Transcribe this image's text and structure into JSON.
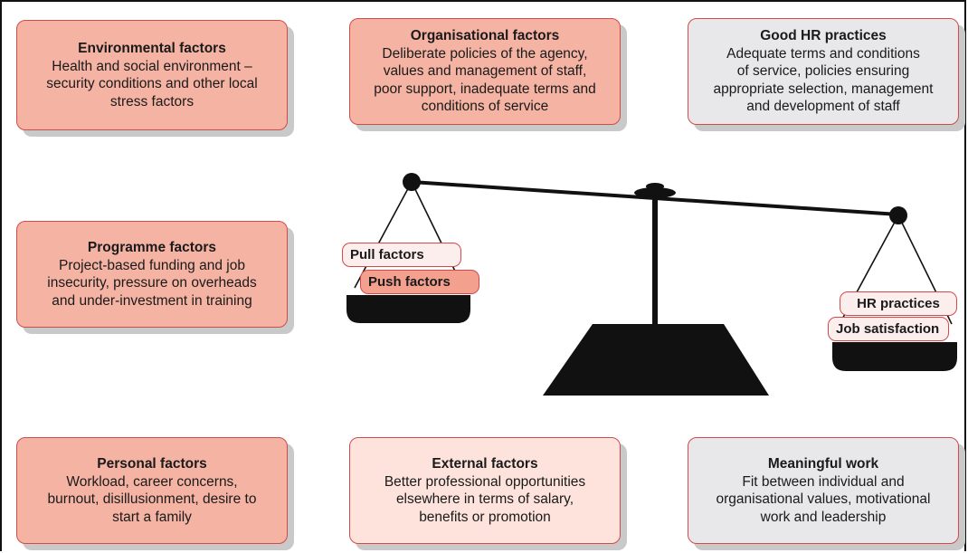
{
  "boxes": {
    "environmental": {
      "title": "Environmental factors",
      "body": "Health and social environment –\nsecurity conditions and other local\nstress factors"
    },
    "organisational": {
      "title": "Organisational factors",
      "body": "Deliberate policies of the agency,\nvalues and management of staff,\npoor support, inadequate terms and\nconditions of service"
    },
    "good_hr": {
      "title": "Good HR practices",
      "body": "Adequate terms and conditions\nof service, policies ensuring\nappropriate selection, management\nand development of staff"
    },
    "programme": {
      "title": "Programme factors",
      "body": "Project-based funding and job\ninsecurity, pressure on overheads\nand under-investment in training"
    },
    "personal": {
      "title": "Personal factors",
      "body": "Workload, career concerns,\nburnout, disillusionment, desire to\nstart a family"
    },
    "external": {
      "title": "External factors",
      "body": "Better professional opportunities\nelsewhere in terms of salary,\nbenefits or promotion"
    },
    "meaningful": {
      "title": "Meaningful work",
      "body": "Fit between individual and\norganisational values, motivational\nwork and leadership"
    }
  },
  "scale": {
    "left_pan": [
      "Pull factors",
      "Push factors"
    ],
    "right_pan": [
      "HR practices",
      "Job satisfaction"
    ]
  },
  "colors": {
    "strong_fill": "#f5b3a3",
    "light_fill": "#fde3dc",
    "grey_fill": "#e8e8ea",
    "border": "#d24a4a"
  }
}
